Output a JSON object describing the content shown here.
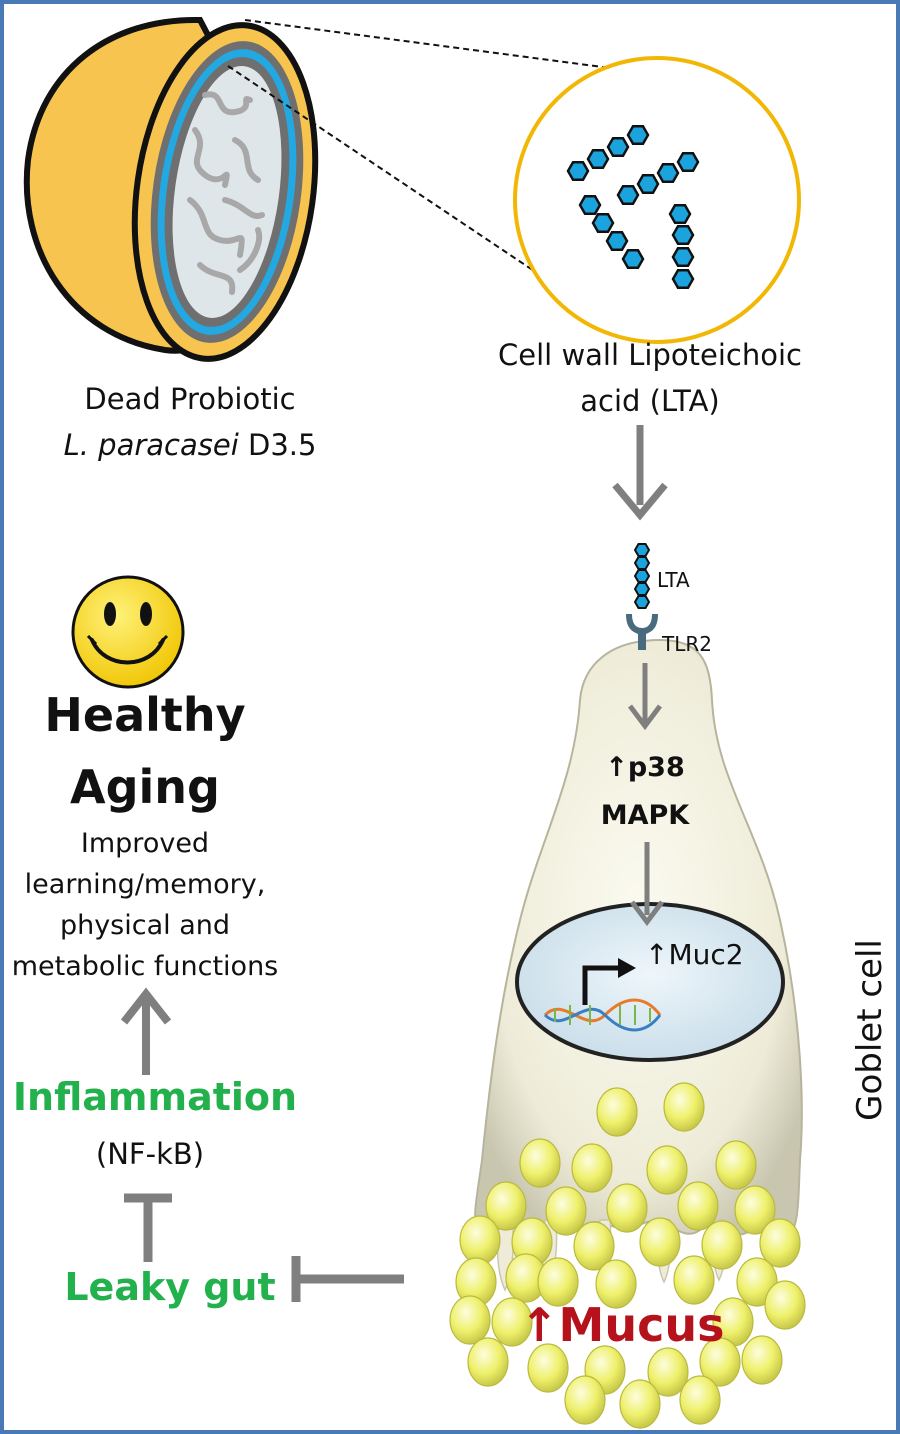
{
  "probiotic": {
    "line1": "Dead Probiotic",
    "species": "L. paracasei",
    "strain": " D3.5"
  },
  "lta_caption": {
    "line1": "Cell wall Lipoteichoic",
    "line2": "acid (LTA)"
  },
  "healthy_aging": {
    "line1": "Healthy",
    "line2": "Aging",
    "benefits": [
      "Improved",
      "learning/memory,",
      "physical and",
      "metabolic functions"
    ]
  },
  "inflammation": {
    "label": "Inflammation",
    "sub": "(NF-kB)"
  },
  "leaky_gut": {
    "label": "Leaky gut"
  },
  "receptor": {
    "lta": "LTA",
    "tlr2": "TLR2"
  },
  "signaling": {
    "p38": "↑p38",
    "mapk": "MAPK",
    "muc2": "↑Muc2"
  },
  "mucus": {
    "label": "↑Mucus"
  },
  "goblet": {
    "label": "Goblet cell"
  },
  "colors": {
    "frame": "#4a7ab5",
    "arrow": "#7f7f7f",
    "green_text": "#22b14c",
    "mucus_red": "#b5121b",
    "lta_blue": "#1ba3dd",
    "probiotic_yellow": "#f6c44f",
    "mucus_granule": "#eef06a"
  },
  "icons": [
    "smiley-face-icon",
    "dna-icon",
    "transcription-arrow-icon"
  ]
}
